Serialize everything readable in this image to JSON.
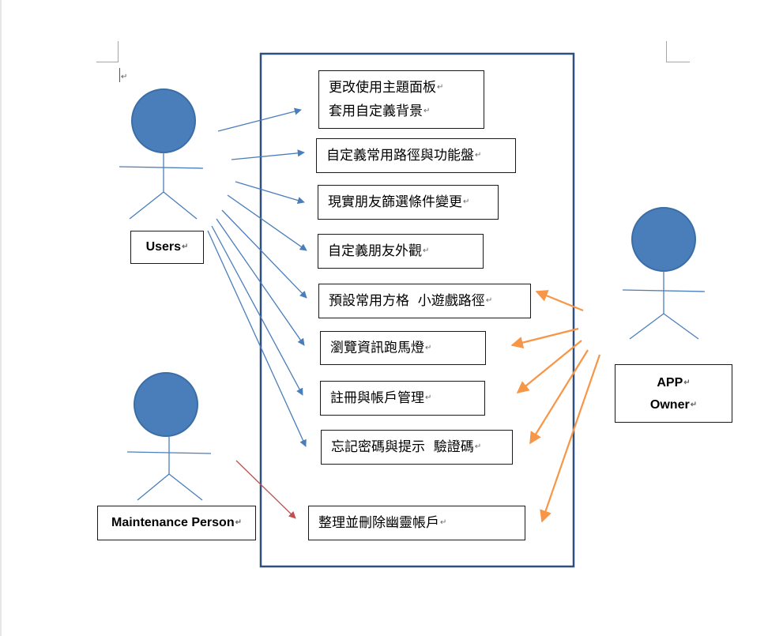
{
  "actors": {
    "users": {
      "label": "Users",
      "head_color": "#4a7ebb"
    },
    "maintenance": {
      "label": "Maintenance Person",
      "head_color": "#4a7ebb"
    },
    "app_owner": {
      "label_line1": "APP",
      "label_line2": "Owner",
      "head_color": "#4a7ebb"
    }
  },
  "paragraph_mark": "↵",
  "use_cases": [
    {
      "lines": [
        "更改使用主題面板",
        "套用自定義背景"
      ]
    },
    {
      "lines": [
        "自定義常用路徑與功能盤"
      ]
    },
    {
      "lines": [
        "現實朋友篩選條件變更"
      ]
    },
    {
      "lines": [
        "自定義朋友外觀"
      ]
    },
    {
      "lines": [
        "預設常用方格  小遊戲路徑"
      ]
    },
    {
      "lines": [
        "瀏覽資訊跑馬燈"
      ]
    },
    {
      "lines": [
        "註冊與帳戶管理"
      ]
    },
    {
      "lines": [
        "忘記密碼與提示  驗證碼"
      ]
    },
    {
      "lines": [
        "整理並刪除幽靈帳戶"
      ]
    }
  ],
  "colors": {
    "users_arrows": "#4a7ebb",
    "owner_arrows": "#f79646",
    "maintenance_arrow": "#c0504d",
    "system_border": "#2f4f7f"
  }
}
